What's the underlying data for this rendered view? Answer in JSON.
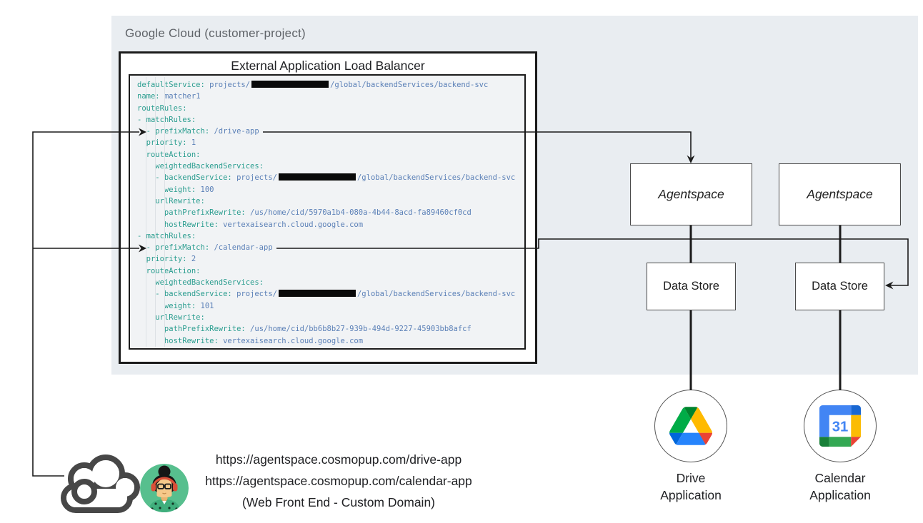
{
  "region": {
    "label": "Google Cloud (customer-project)"
  },
  "elb": {
    "title": "External Application Load Balancer"
  },
  "code": {
    "lines": [
      {
        "segs": [
          [
            "k",
            "defaultService: "
          ],
          [
            "v",
            "projects/"
          ],
          [
            "r",
            "[redacted]"
          ],
          [
            "v",
            "/global/backendServices/backend-svc"
          ]
        ]
      },
      {
        "segs": [
          [
            "k",
            "name: "
          ],
          [
            "v",
            "matcher1"
          ]
        ]
      },
      {
        "segs": [
          [
            "k",
            "routeRules:"
          ]
        ]
      },
      {
        "segs": [
          [
            "k",
            "- matchRules:"
          ]
        ]
      },
      {
        "segs": [
          [
            "k",
            "  - prefixMatch: "
          ],
          [
            "v",
            "/drive-app"
          ]
        ]
      },
      {
        "segs": [
          [
            "k",
            "  priority: "
          ],
          [
            "v",
            "1"
          ]
        ]
      },
      {
        "segs": [
          [
            "k",
            "  routeAction:"
          ]
        ]
      },
      {
        "segs": [
          [
            "k",
            "    weightedBackendServices:"
          ]
        ]
      },
      {
        "segs": [
          [
            "k",
            "    - backendService: "
          ],
          [
            "v",
            "projects/"
          ],
          [
            "r",
            "[redacted]"
          ],
          [
            "v",
            "/global/backendServices/backend-svc"
          ]
        ]
      },
      {
        "segs": [
          [
            "k",
            "      weight: "
          ],
          [
            "v",
            "100"
          ]
        ]
      },
      {
        "segs": [
          [
            "k",
            "    urlRewrite:"
          ]
        ]
      },
      {
        "segs": [
          [
            "k",
            "      pathPrefixRewrite: "
          ],
          [
            "v",
            "/us/home/cid/5970a1b4-080a-4b44-8acd-fa89460cf0cd"
          ]
        ]
      },
      {
        "segs": [
          [
            "k",
            "      hostRewrite: "
          ],
          [
            "v",
            "vertexaisearch.cloud.google.com"
          ]
        ]
      },
      {
        "segs": [
          [
            "k",
            "- matchRules:"
          ]
        ]
      },
      {
        "segs": [
          [
            "k",
            "  - prefixMatch: "
          ],
          [
            "v",
            "/calendar-app"
          ]
        ]
      },
      {
        "segs": [
          [
            "k",
            "  priority: "
          ],
          [
            "v",
            "2"
          ]
        ]
      },
      {
        "segs": [
          [
            "k",
            "  routeAction:"
          ]
        ]
      },
      {
        "segs": [
          [
            "k",
            "    weightedBackendServices:"
          ]
        ]
      },
      {
        "segs": [
          [
            "k",
            "    - backendService: "
          ],
          [
            "v",
            "projects/"
          ],
          [
            "r",
            "[redacted]"
          ],
          [
            "v",
            "/global/backendServices/backend-svc"
          ]
        ]
      },
      {
        "segs": [
          [
            "k",
            "      weight: "
          ],
          [
            "v",
            "101"
          ]
        ]
      },
      {
        "segs": [
          [
            "k",
            "    urlRewrite:"
          ]
        ]
      },
      {
        "segs": [
          [
            "k",
            "      pathPrefixRewrite: "
          ],
          [
            "v",
            "/us/home/cid/bb6b8b27-939b-494d-9227-45903bb8afcf"
          ]
        ]
      },
      {
        "segs": [
          [
            "k",
            "      hostRewrite: "
          ],
          [
            "v",
            "vertexaisearch.cloud.google.com"
          ]
        ]
      }
    ]
  },
  "boxes": {
    "agentspace1": "Agentspace",
    "agentspace2": "Agentspace",
    "datastore1": "Data Store",
    "datastore2": "Data Store"
  },
  "apps": [
    {
      "line1": "Drive",
      "line2": "Application",
      "icon": "google-drive-logo"
    },
    {
      "line1": "Calendar",
      "line2": "Application",
      "icon": "google-calendar-logo",
      "calendar_day": "31"
    }
  ],
  "frontend": {
    "url1": "https://agentspace.cosmopup.com/drive-app",
    "url2": "https://agentspace.cosmopup.com/calendar-app",
    "caption": "(Web Front End - Custom Domain)",
    "icons": [
      "cloud-icon",
      "user-avatar"
    ]
  },
  "colors": {
    "region_bg": "#e9edf1",
    "border_black": "#1b1b1b",
    "code_bg": "#f1f3f5",
    "code_key": "#2a9d8f",
    "code_value": "#5b80b7",
    "label_gray": "#5f6368",
    "drive_blue": "#0066da",
    "drive_green": "#00ac47",
    "drive_yellow": "#ffba00",
    "drive_red": "#ea4335",
    "calendar_blue": "#4285f4",
    "calendar_yellow": "#fbbc04",
    "calendar_green": "#34a853",
    "calendar_red": "#ea4335",
    "avatar_green": "#57bf8e",
    "cloud_gray": "#474747"
  }
}
